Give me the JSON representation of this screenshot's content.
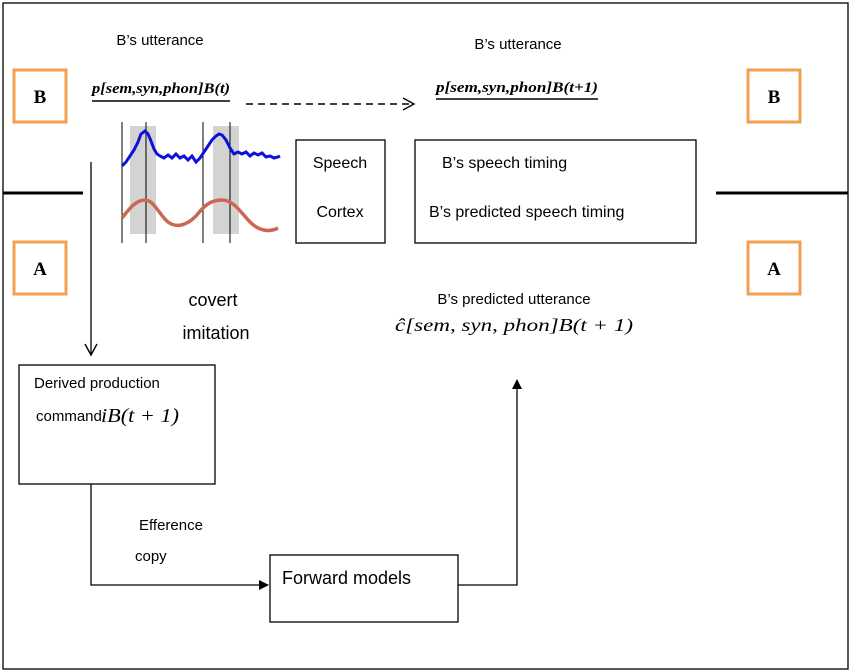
{
  "colors": {
    "badge_border": "#F0A050",
    "speech_wave": "#1010DD",
    "cortex_wave": "#CC6655",
    "highlight": "#D3D3D3"
  },
  "badges": {
    "top_left": "B",
    "top_right": "B",
    "bottom_left": "A",
    "bottom_right": "A"
  },
  "utterance_left": {
    "title": "B’s utterance",
    "formula": "p[sem,syn,phon]B(t)"
  },
  "utterance_right": {
    "title": "B’s utterance",
    "formula": "p[sem,syn,phon]B(t+1)"
  },
  "speech_cortex_box": {
    "speech": "Speech",
    "cortex": "Cortex"
  },
  "timing_box": {
    "line1": "B’s speech timing",
    "line2": "B’s predicted speech timing"
  },
  "covert_imitation": {
    "line1": "covert",
    "line2": "imitation"
  },
  "predicted_utterance": {
    "title": "B’s predicted utterance",
    "formula": "ĉ[sem, syn, phon]B(t + 1)"
  },
  "derived_box": {
    "line1": "Derived production",
    "line2": "command",
    "formula": "iB(t + 1)"
  },
  "efference_copy": {
    "line1": "Efference",
    "line2": "copy"
  },
  "forward_models": "Forward models"
}
